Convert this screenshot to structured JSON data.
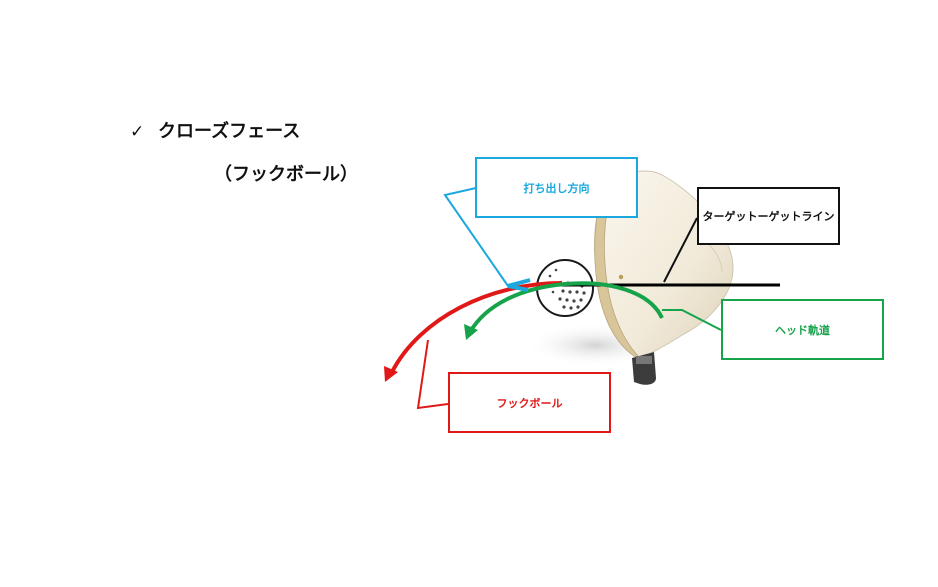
{
  "heading": {
    "check": "✓",
    "title": "クローズフェース",
    "subtitle": "（フックボール）"
  },
  "callouts": {
    "launch_direction": {
      "label": "打ち出し方向",
      "color": "#1aa8de"
    },
    "target_line": {
      "label": "ターゲットーゲットライン",
      "color": "#111111"
    },
    "head_path": {
      "label": "ヘッド軌道",
      "color": "#16a34a"
    },
    "hook_ball": {
      "label": "フックボール",
      "color": "#e01818"
    }
  },
  "icons": [
    "golf-ball-icon",
    "driver-head-icon"
  ]
}
